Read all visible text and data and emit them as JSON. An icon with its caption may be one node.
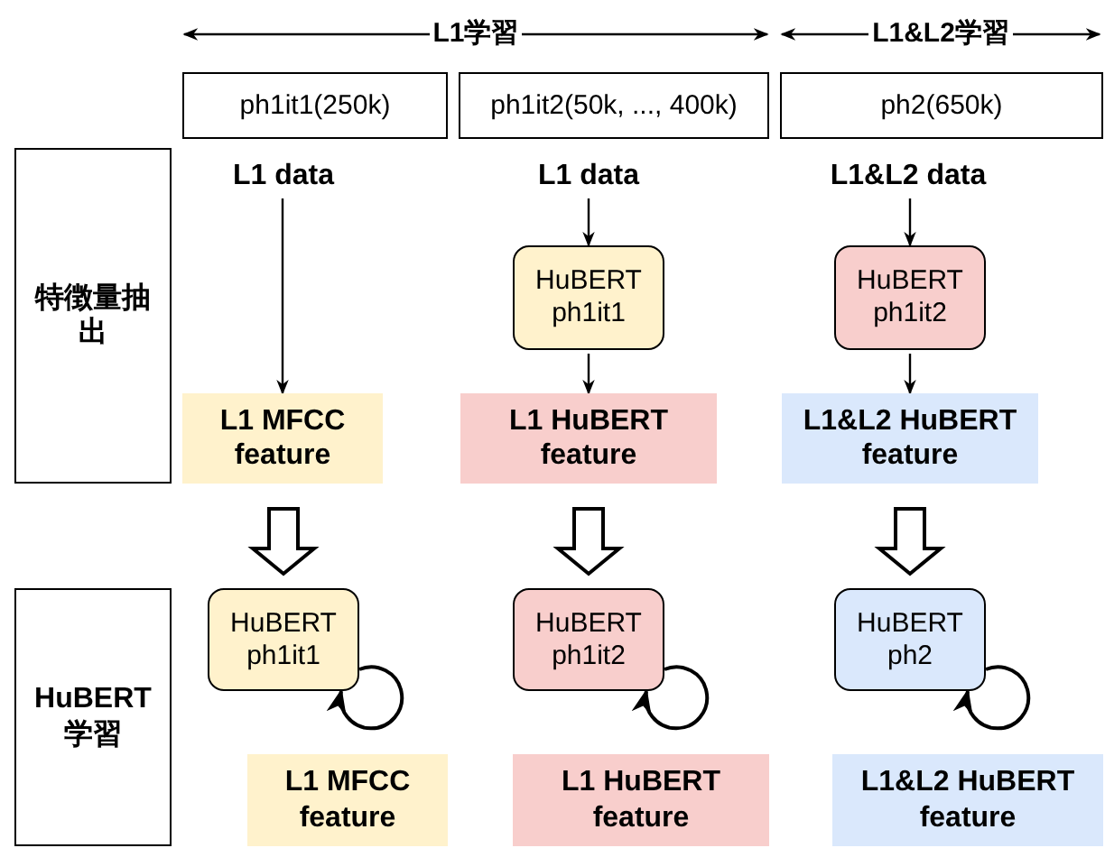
{
  "diagram": {
    "nodes": [
      {
        "text": [
          "特徴量抽出"
        ]
      },
      {
        "text": [
          "HuBERT学習"
        ]
      },
      {
        "text": [
          "ph1it1(250k)"
        ]
      },
      {
        "text": [
          "ph1it2(50k, ..., 400k)"
        ]
      },
      {
        "text": [
          "ph2(650k)"
        ]
      },
      {
        "text": [
          "L1 data"
        ]
      },
      {
        "text": [
          "L1 data"
        ]
      },
      {
        "text": [
          "L1&L2 data"
        ]
      },
      {
        "text": [
          "HuBERT ph1it1"
        ]
      },
      {
        "text": [
          "HuBERT ph1it2"
        ]
      },
      {
        "text": [
          "L1 MFCC feature"
        ]
      },
      {
        "text": [
          "L1 HuBERT feature"
        ]
      },
      {
        "text": [
          "L1&L2 HuBERT feature"
        ]
      },
      {
        "text": [
          "HuBERT ph1it1"
        ]
      },
      {
        "text": [
          "HuBERT ph1it2"
        ]
      },
      {
        "text": [
          "HuBERT ph2"
        ]
      },
      {
        "text": [
          "L1 MFCC feature"
        ]
      },
      {
        "text": [
          "L1 HuBERT feature"
        ]
      },
      {
        "text": [
          "L1&L2 HuBERT feature"
        ]
      }
    ],
    "edges": [
      {
        "from": 5,
        "to": 10,
        "arrow": "to"
      },
      {
        "from": 6,
        "to": 8,
        "arrow": "to"
      },
      {
        "from": 8,
        "to": 11,
        "arrow": "to"
      },
      {
        "from": 7,
        "to": 9,
        "arrow": "to"
      },
      {
        "from": 9,
        "to": 12,
        "arrow": "to"
      },
      {
        "from": 10,
        "to": 13,
        "arrow": "to",
        "style": "thick"
      },
      {
        "from": 11,
        "to": 14,
        "arrow": "to",
        "style": "thick"
      },
      {
        "from": 12,
        "to": 15,
        "arrow": "to",
        "style": "thick"
      },
      {
        "from": 13,
        "to": 13,
        "arrow": "to"
      },
      {
        "from": 14,
        "to": 14,
        "arrow": "to"
      },
      {
        "from": 15,
        "to": 15,
        "arrow": "to"
      }
    ],
    "labels": [
      "L1学習",
      "L1&L2学習"
    ]
  }
}
